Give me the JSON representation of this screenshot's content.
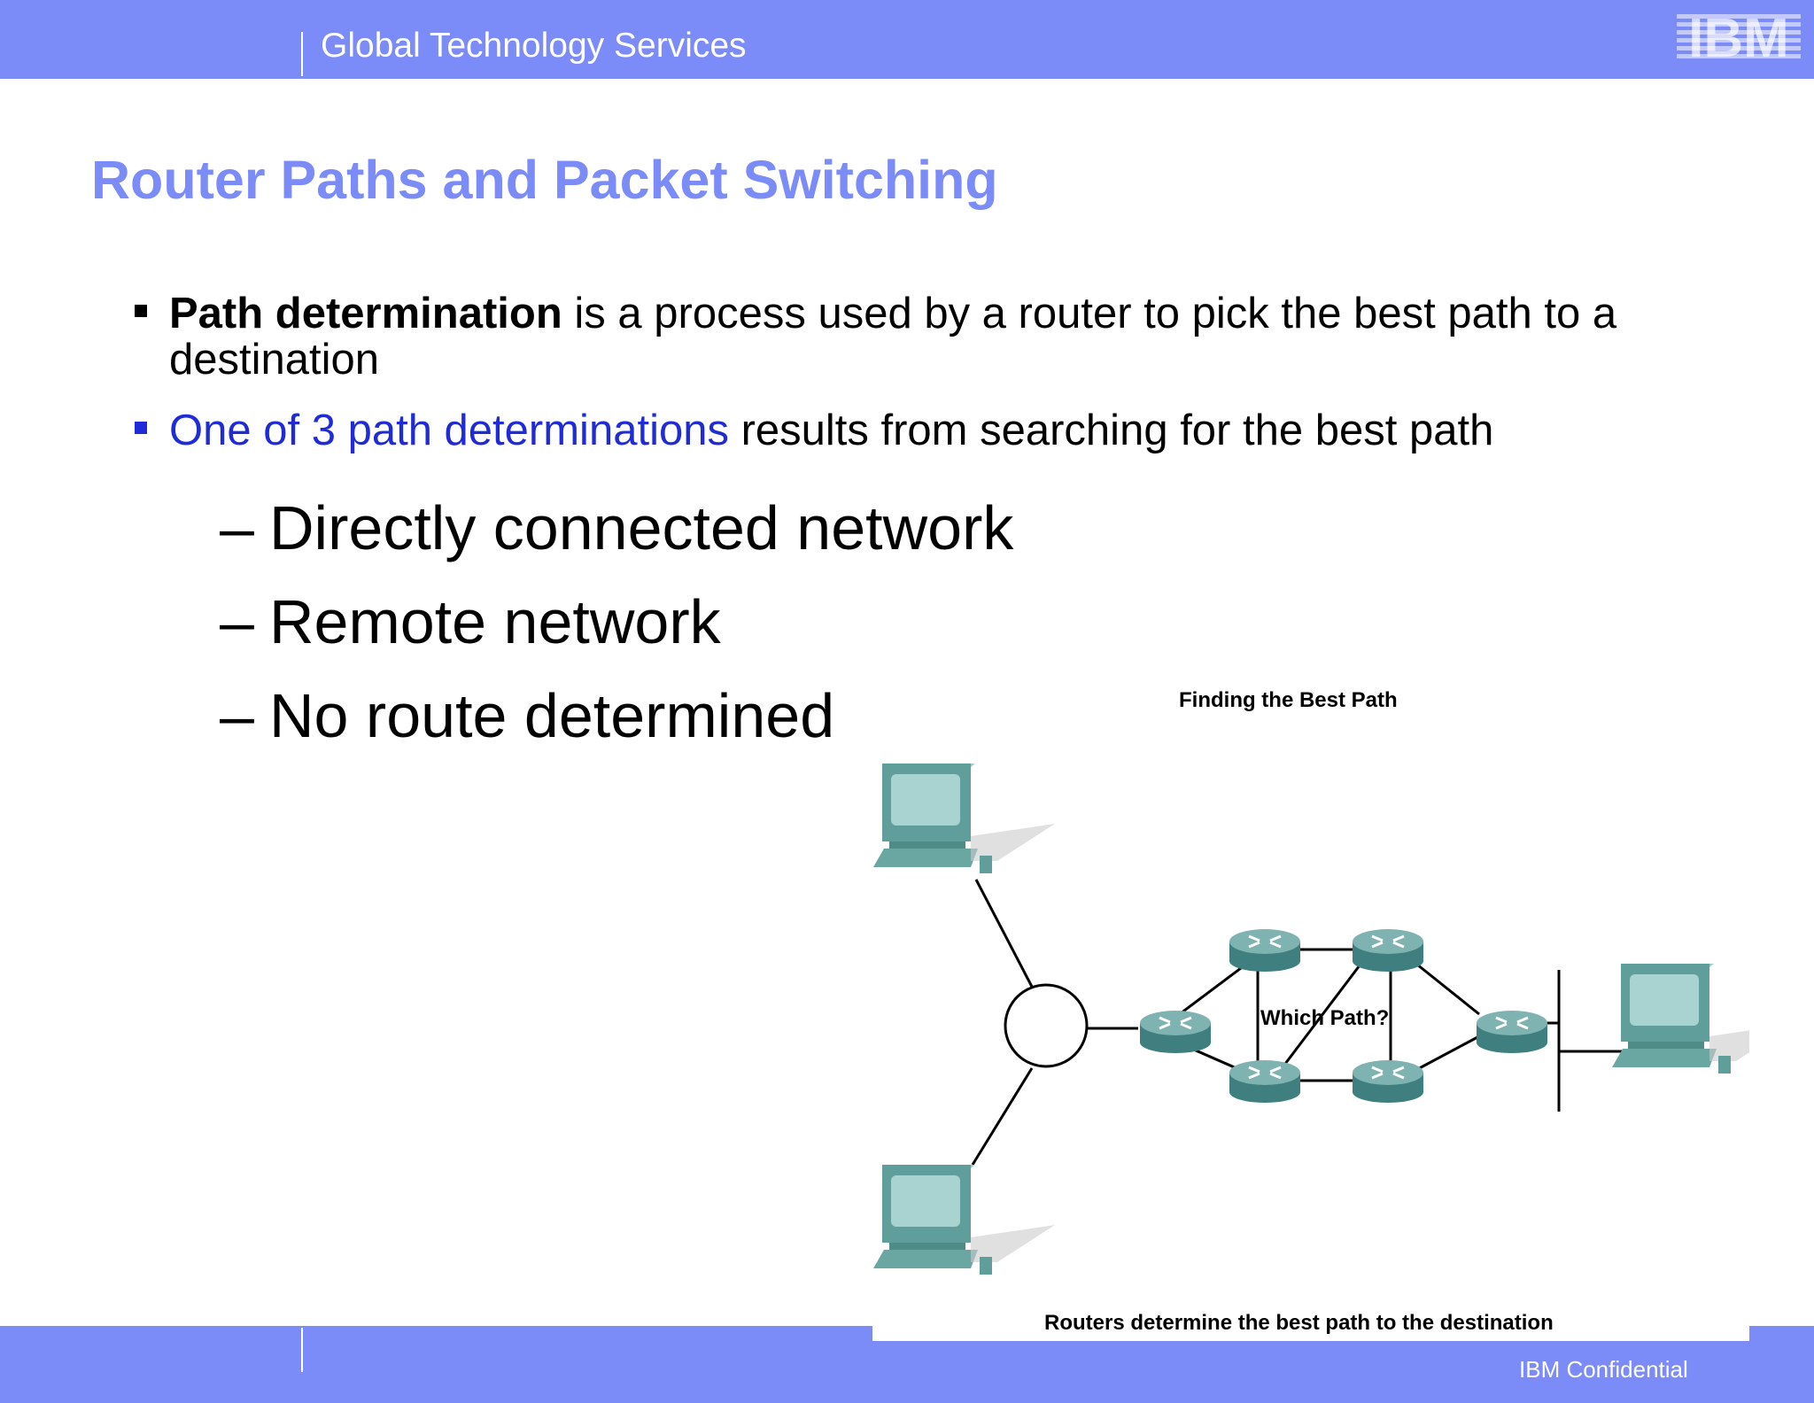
{
  "header": {
    "brand": "Global Technology Services",
    "logo": "IBM"
  },
  "slide": {
    "title": "Router Paths and Packet Switching",
    "bullets": [
      {
        "bold": "Path determination",
        "text": " is a process used by a router to pick the best path to a destination"
      },
      {
        "highlight": "One of 3 path determinations",
        "text": " results from searching for the best path"
      }
    ],
    "sub_items": [
      "Directly connected network",
      "Remote network",
      "No route determined"
    ]
  },
  "figure": {
    "title": "Finding the Best Path",
    "center_label": "Which Path?",
    "caption": "Routers determine the best path to the destination"
  },
  "footer": {
    "confidential": "IBM Confidential"
  },
  "colors": {
    "bar": "#7b8bf7",
    "highlight": "#1f2bd6",
    "device": "#5f9ea0"
  }
}
